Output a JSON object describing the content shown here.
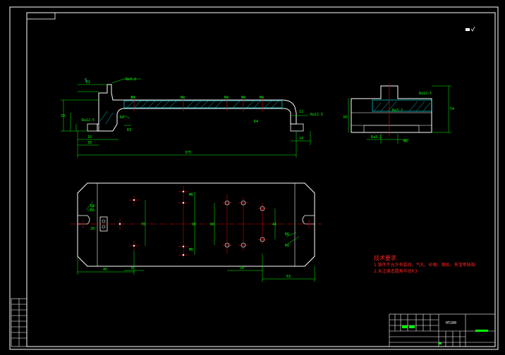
{
  "tech_req": {
    "title": "技术要求",
    "line1": "1.铸件不允许有裂纹、气孔、砂眼、缩松、夹渣等缺陷",
    "line2": "2.未注铸造圆角半径R3"
  },
  "title_block": {
    "material": "HT200"
  },
  "dims": {
    "length_main": "375",
    "dim_h1": "39",
    "dim_h2": "54"
  },
  "colors": {
    "background": "#000000",
    "outline": "#ffffff",
    "dimension": "#00ff00",
    "centerline": "#ff0000",
    "hatch": "#00ffff",
    "text_red": "#ff2020"
  }
}
